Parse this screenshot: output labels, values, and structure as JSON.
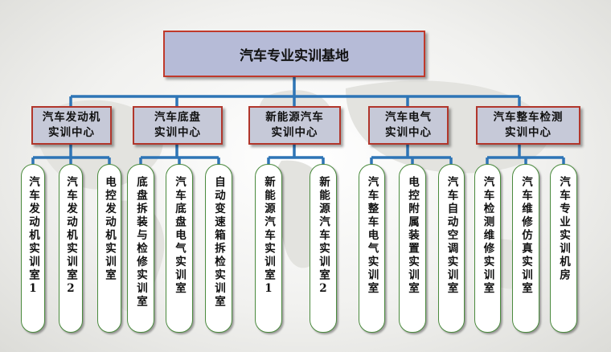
{
  "root": {
    "label": "汽车专业实训基地"
  },
  "centers": [
    {
      "label": "汽车发动机\n实训中心",
      "labs": [
        "汽车发动机实训室1",
        "汽车发动机实训室2",
        "电控发动机实训室"
      ]
    },
    {
      "label": "汽车底盘\n实训中心",
      "labs": [
        "底盘拆装与检修实训室",
        "汽车底盘电气实训室",
        "自动变速箱拆检实训室"
      ]
    },
    {
      "label": "新能源汽车\n实训中心",
      "labs": [
        "新能源汽车实训室1",
        "新能源汽车实训室2"
      ]
    },
    {
      "label": "汽车电气\n实训中心",
      "labs": [
        "汽车整车电气实训室",
        "电控附属装置实训室",
        "汽车自动空调实训室"
      ]
    },
    {
      "label": "汽车整车检测\n实训中心",
      "labs": [
        "汽车检测维修实训室",
        "汽车维修仿真实训室",
        "汽车专业实训机房"
      ]
    }
  ],
  "colors": {
    "connector": "#2e75b6",
    "box_border": "#c0392b",
    "lab_border": "#4a8a3d"
  }
}
